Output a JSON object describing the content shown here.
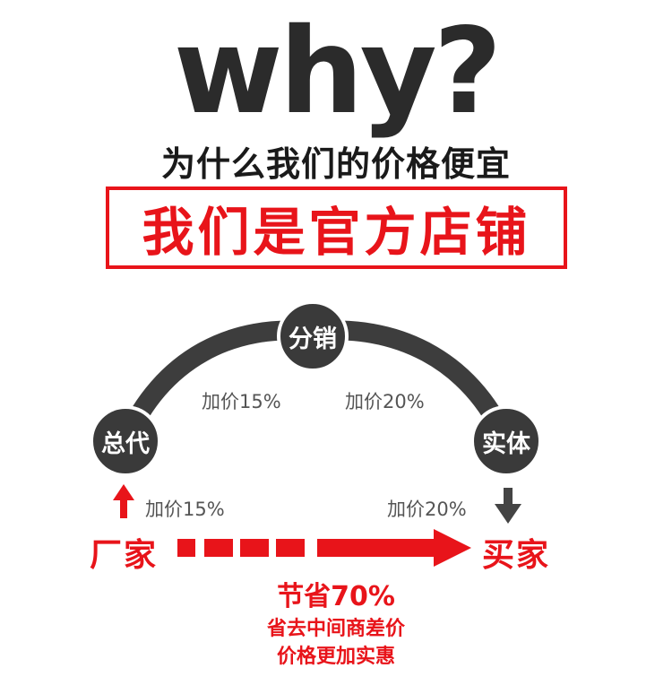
{
  "heading": {
    "why": "why?",
    "subtitle": "为什么我们的价格便宜",
    "banner": "我们是官方店铺"
  },
  "chain": {
    "nodes": {
      "general_agent": "总代",
      "distributor": "分销",
      "physical_store": "实体"
    },
    "markups": {
      "distributor_left": "加价15%",
      "distributor_right": "加价20%",
      "factory_to_general": "加价15%",
      "store_to_buyer": "加价20%"
    },
    "endpoints": {
      "factory": "厂家",
      "buyer": "买家"
    }
  },
  "savings": {
    "headline": "节省70%",
    "line_1": "省去中间商差价",
    "line_2": "价格更加实惠"
  },
  "colors": {
    "accent_red": "#e8141a",
    "node_dark": "#3a3a3a",
    "heading_dark": "#2b2b2b",
    "arc_gray": "#3d3d3d",
    "down_arrow_gray": "#444444"
  }
}
